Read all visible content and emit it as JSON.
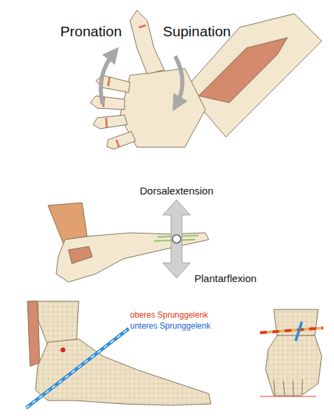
{
  "diagram": {
    "labels": [
      "Pronation",
      "Supination",
      "Dorsalextension",
      "Plantarflexion",
      "oberes Sprunggelenk",
      "unteres Sprunggelenk"
    ]
  }
}
